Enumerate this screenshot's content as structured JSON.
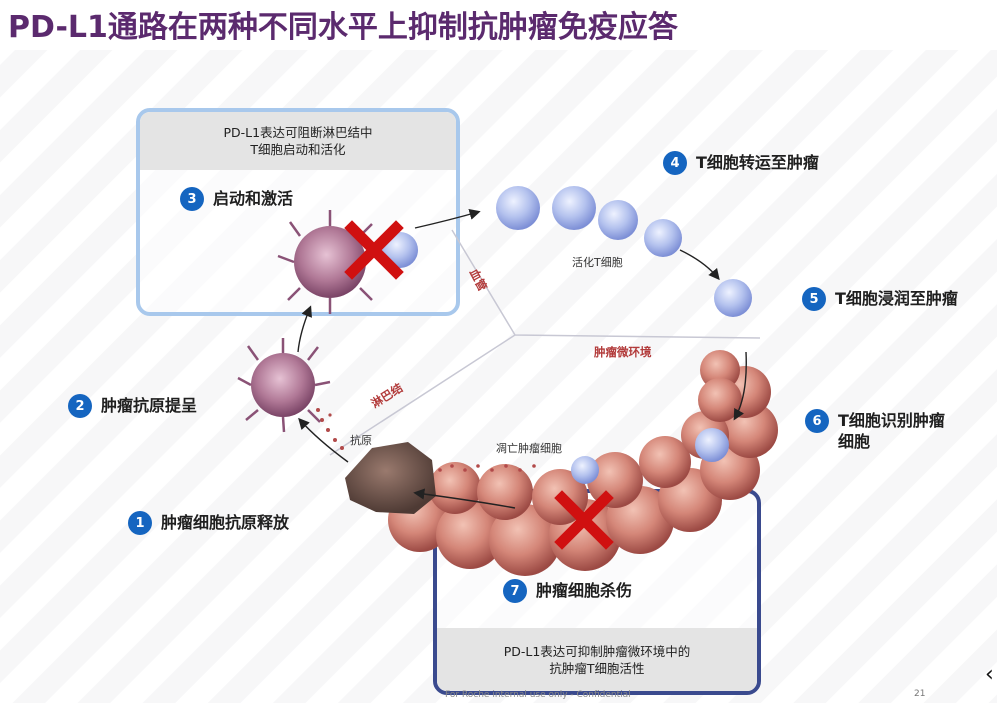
{
  "title": "PD-L1通路在两种不同水平上抑制抗肿瘤免疫应答",
  "top_box": {
    "line1": "PD-L1表达可阻断淋巴结中",
    "line2": "T细胞启动和活化"
  },
  "bottom_box": {
    "line1": "PD-L1表达可抑制肿瘤微环境中的",
    "line2": "抗肿瘤T细胞活性"
  },
  "steps": [
    {
      "num": "1",
      "text": "肿瘤细胞抗原释放"
    },
    {
      "num": "2",
      "text": "肿瘤抗原提呈"
    },
    {
      "num": "3",
      "text": "启动和激活"
    },
    {
      "num": "4",
      "text": "T细胞转运至肿瘤"
    },
    {
      "num": "5",
      "text": "T细胞浸润至肿瘤"
    },
    {
      "num": "6",
      "line1": "T细胞识别肿瘤",
      "line2": "细胞"
    },
    {
      "num": "7",
      "text": "肿瘤细胞杀伤"
    }
  ],
  "labels": {
    "activated_t": "活化T细胞",
    "antigen": "抗原",
    "dead_tumor": "凋亡肿瘤细胞",
    "blood_vessel": "血管",
    "lymph_node": "淋巴结",
    "tumor_microenv": "肿瘤微环境"
  },
  "footer": "For Roche internal use only - Confidential",
  "page_number": "21",
  "colors": {
    "title": "#5b2a6e",
    "badge": "#1565c0",
    "top_box_border": "#a8c8ec",
    "bottom_box_border": "#3a4a8e",
    "caption_bg": "#e4e4e4",
    "inhibit_x": "#d01010",
    "tcell": "#a8b8e8",
    "tumor_cell": "#c9706a",
    "dendritic_cell": "#a86a8c",
    "region_label": "#b23a3a"
  }
}
